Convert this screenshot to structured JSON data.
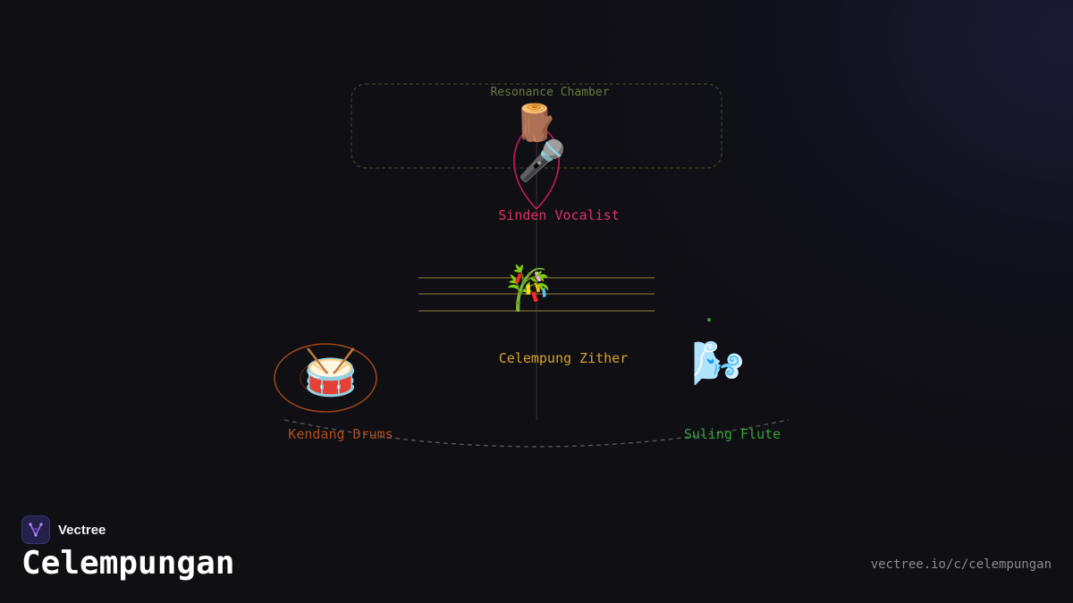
{
  "brand": {
    "name": "Vectree",
    "logo_icon": "vectree-logo-icon"
  },
  "title": "Celempungan",
  "url": "vectree.io/c/celempungan",
  "diagram": {
    "chamber": {
      "label": "Resonance Chamber",
      "icon": "wood-log-icon",
      "glyph": "🪵"
    },
    "sinden": {
      "label": "Sinden Vocalist",
      "icon": "microphone-icon",
      "glyph": "🎤",
      "color": "#e0306a"
    },
    "celempung": {
      "label": "Celempung Zither",
      "icon": "bamboo-icon",
      "glyph": "🎋",
      "color": "#d7a12a"
    },
    "kendang": {
      "label": "Kendang Drums",
      "icon": "drum-icon",
      "glyph": "🥁",
      "color": "#b04e1e"
    },
    "suling": {
      "label": "Suling Flute",
      "icon": "wind-icon",
      "glyph": "🌬️",
      "color": "#3aa03a"
    }
  },
  "colors": {
    "background": "#0f0f14",
    "chamber_border": "#4a4f2a",
    "zither_strings": "#6b5a2e"
  }
}
